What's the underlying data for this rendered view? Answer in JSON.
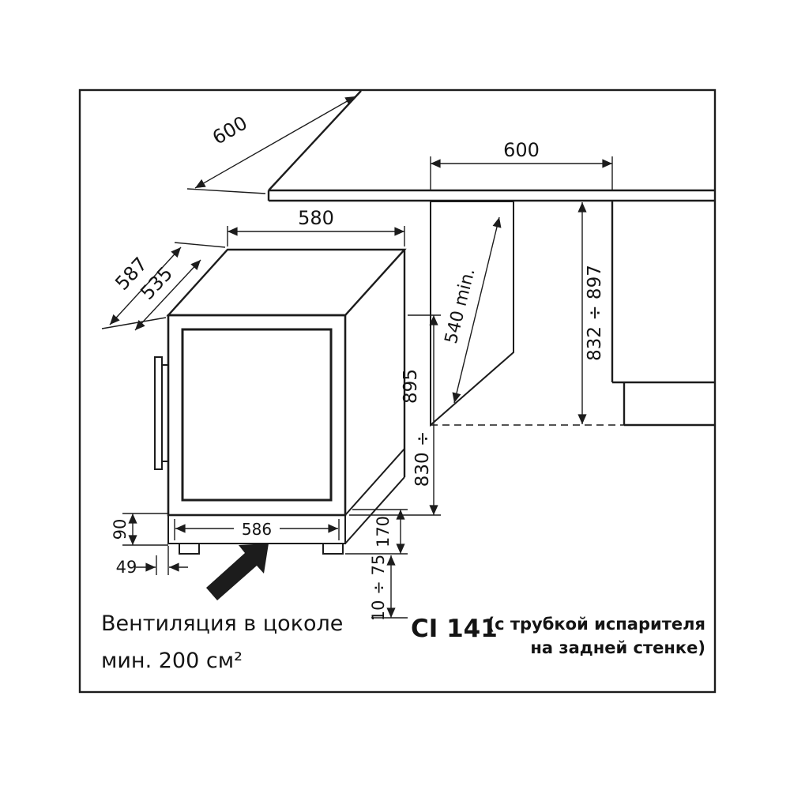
{
  "colors": {
    "line": "#1c1c1c",
    "panel_fill": "#d8d8d8",
    "background": "#ffffff"
  },
  "dims": {
    "counter_depth": "600",
    "niche_width": "600",
    "appliance_top_width": "580",
    "depth_total": "587",
    "depth_builtin": "535",
    "niche_depth_min": "540 min.",
    "niche_height_range": "832 ÷ 897",
    "appliance_height_upper": "895",
    "appliance_height_lower": "830 ÷",
    "base_width": "586",
    "plinth_left_height": "90",
    "handle_offset": "49",
    "plinth_right_height": "170",
    "feet_adjust_range": "10 ÷ 75"
  },
  "notes": {
    "ventilation_line1": "Вентиляция в цоколе",
    "ventilation_line2": "мин. 200 см²"
  },
  "model": {
    "name": "CI 141",
    "note_line1": "(с трубкой испарителя",
    "note_line2": "на задней стенке)"
  }
}
